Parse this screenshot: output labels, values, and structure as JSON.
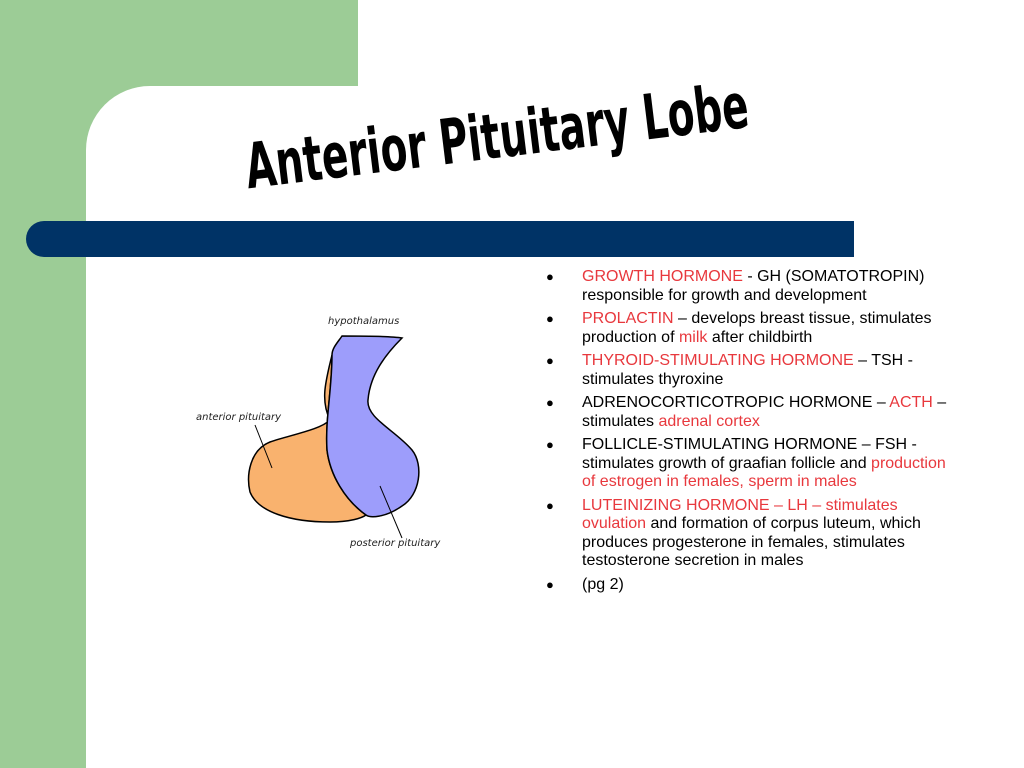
{
  "title": "Anterior Pituitary Lobe",
  "diagram": {
    "labels": {
      "hypothalamus": "hypothalamus",
      "anterior": "anterior pituitary",
      "posterior": "posterior pituitary"
    },
    "colors": {
      "anterior": "#f9b26e",
      "posterior": "#9d9dfb"
    }
  },
  "colors": {
    "green": "#9ccc96",
    "blue_bar": "#003366",
    "highlight": "#e8383d"
  },
  "bullets": [
    [
      {
        "t": "GROWTH HORMONE",
        "red": true
      },
      {
        "t": " - GH (SOMATOTROPIN) responsible for growth and development"
      }
    ],
    [
      {
        "t": "PROLACTIN",
        "red": true
      },
      {
        "t": " – develops breast tissue, stimulates production of "
      },
      {
        "t": "milk",
        "red": true
      },
      {
        "t": " after childbirth"
      }
    ],
    [
      {
        "t": "THYROID-STIMULATING HORMONE",
        "red": true
      },
      {
        "t": " – TSH -  stimulates thyroxine"
      }
    ],
    [
      {
        "t": "ADRENOCORTICOTROPIC HORMONE – "
      },
      {
        "t": "ACTH",
        "red": true
      },
      {
        "t": " – stimulates "
      },
      {
        "t": "adrenal cortex",
        "red": true
      }
    ],
    [
      {
        "t": "FOLLICLE-STIMULATING HORMONE – FSH -stimulates growth of graafian follicle and "
      },
      {
        "t": "production of estrogen in females, sperm in males",
        "red": true
      }
    ],
    [
      {
        "t": "LUTEINIZING HORMONE – LH – stimulates ovulation",
        "red": true
      },
      {
        "t": " and formation of corpus luteum, which produces progesterone in females, stimulates testosterone secretion in males"
      }
    ],
    [
      {
        "t": "(pg 2)"
      }
    ]
  ]
}
